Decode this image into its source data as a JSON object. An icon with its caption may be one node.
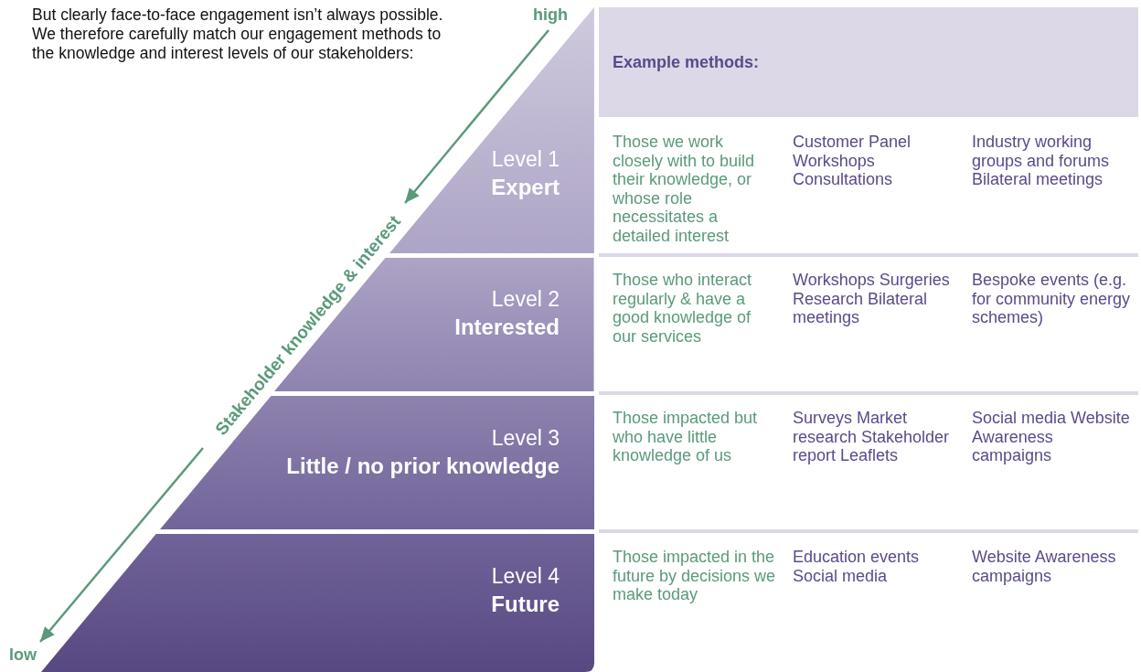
{
  "diagram": {
    "nodes": [
      {
        "text": [
          "Level 1",
          "Expert"
        ]
      },
      {
        "text": [
          "Level 2",
          "Interested"
        ]
      },
      {
        "text": [
          "Level 3",
          "Little / no prior knowledge"
        ]
      },
      {
        "text": [
          "Level 4",
          "Future"
        ]
      },
      {
        "text": [
          "Example methods:"
        ]
      }
    ],
    "labels": [
      "But clearly face-to-face engagement isn’t always possible. We therefore carefully match our engagement methods to the knowledge and interest levels of our stakeholders:",
      "high",
      "Stakeholder knowledge & interest",
      "low",
      "Those we work closely with to build their knowledge, or whose role necessitates a detailed interest",
      "Customer Panel Workshops Consultations",
      "Industry working groups and forums Bilateral meetings",
      "Those who interact regularly & have a good knowledge of our services",
      "Workshops Surgeries Research Bilateral meetings",
      "Bespoke events (e.g. for community energy schemes)",
      "Those impacted but who have little knowledge of us",
      "Surveys Market research Stakeholder report Leaflets",
      "Social media Website Awareness campaigns",
      "Those impacted in the future by decisions we make today",
      "Education events Social media",
      "Website Awareness campaigns"
    ]
  }
}
